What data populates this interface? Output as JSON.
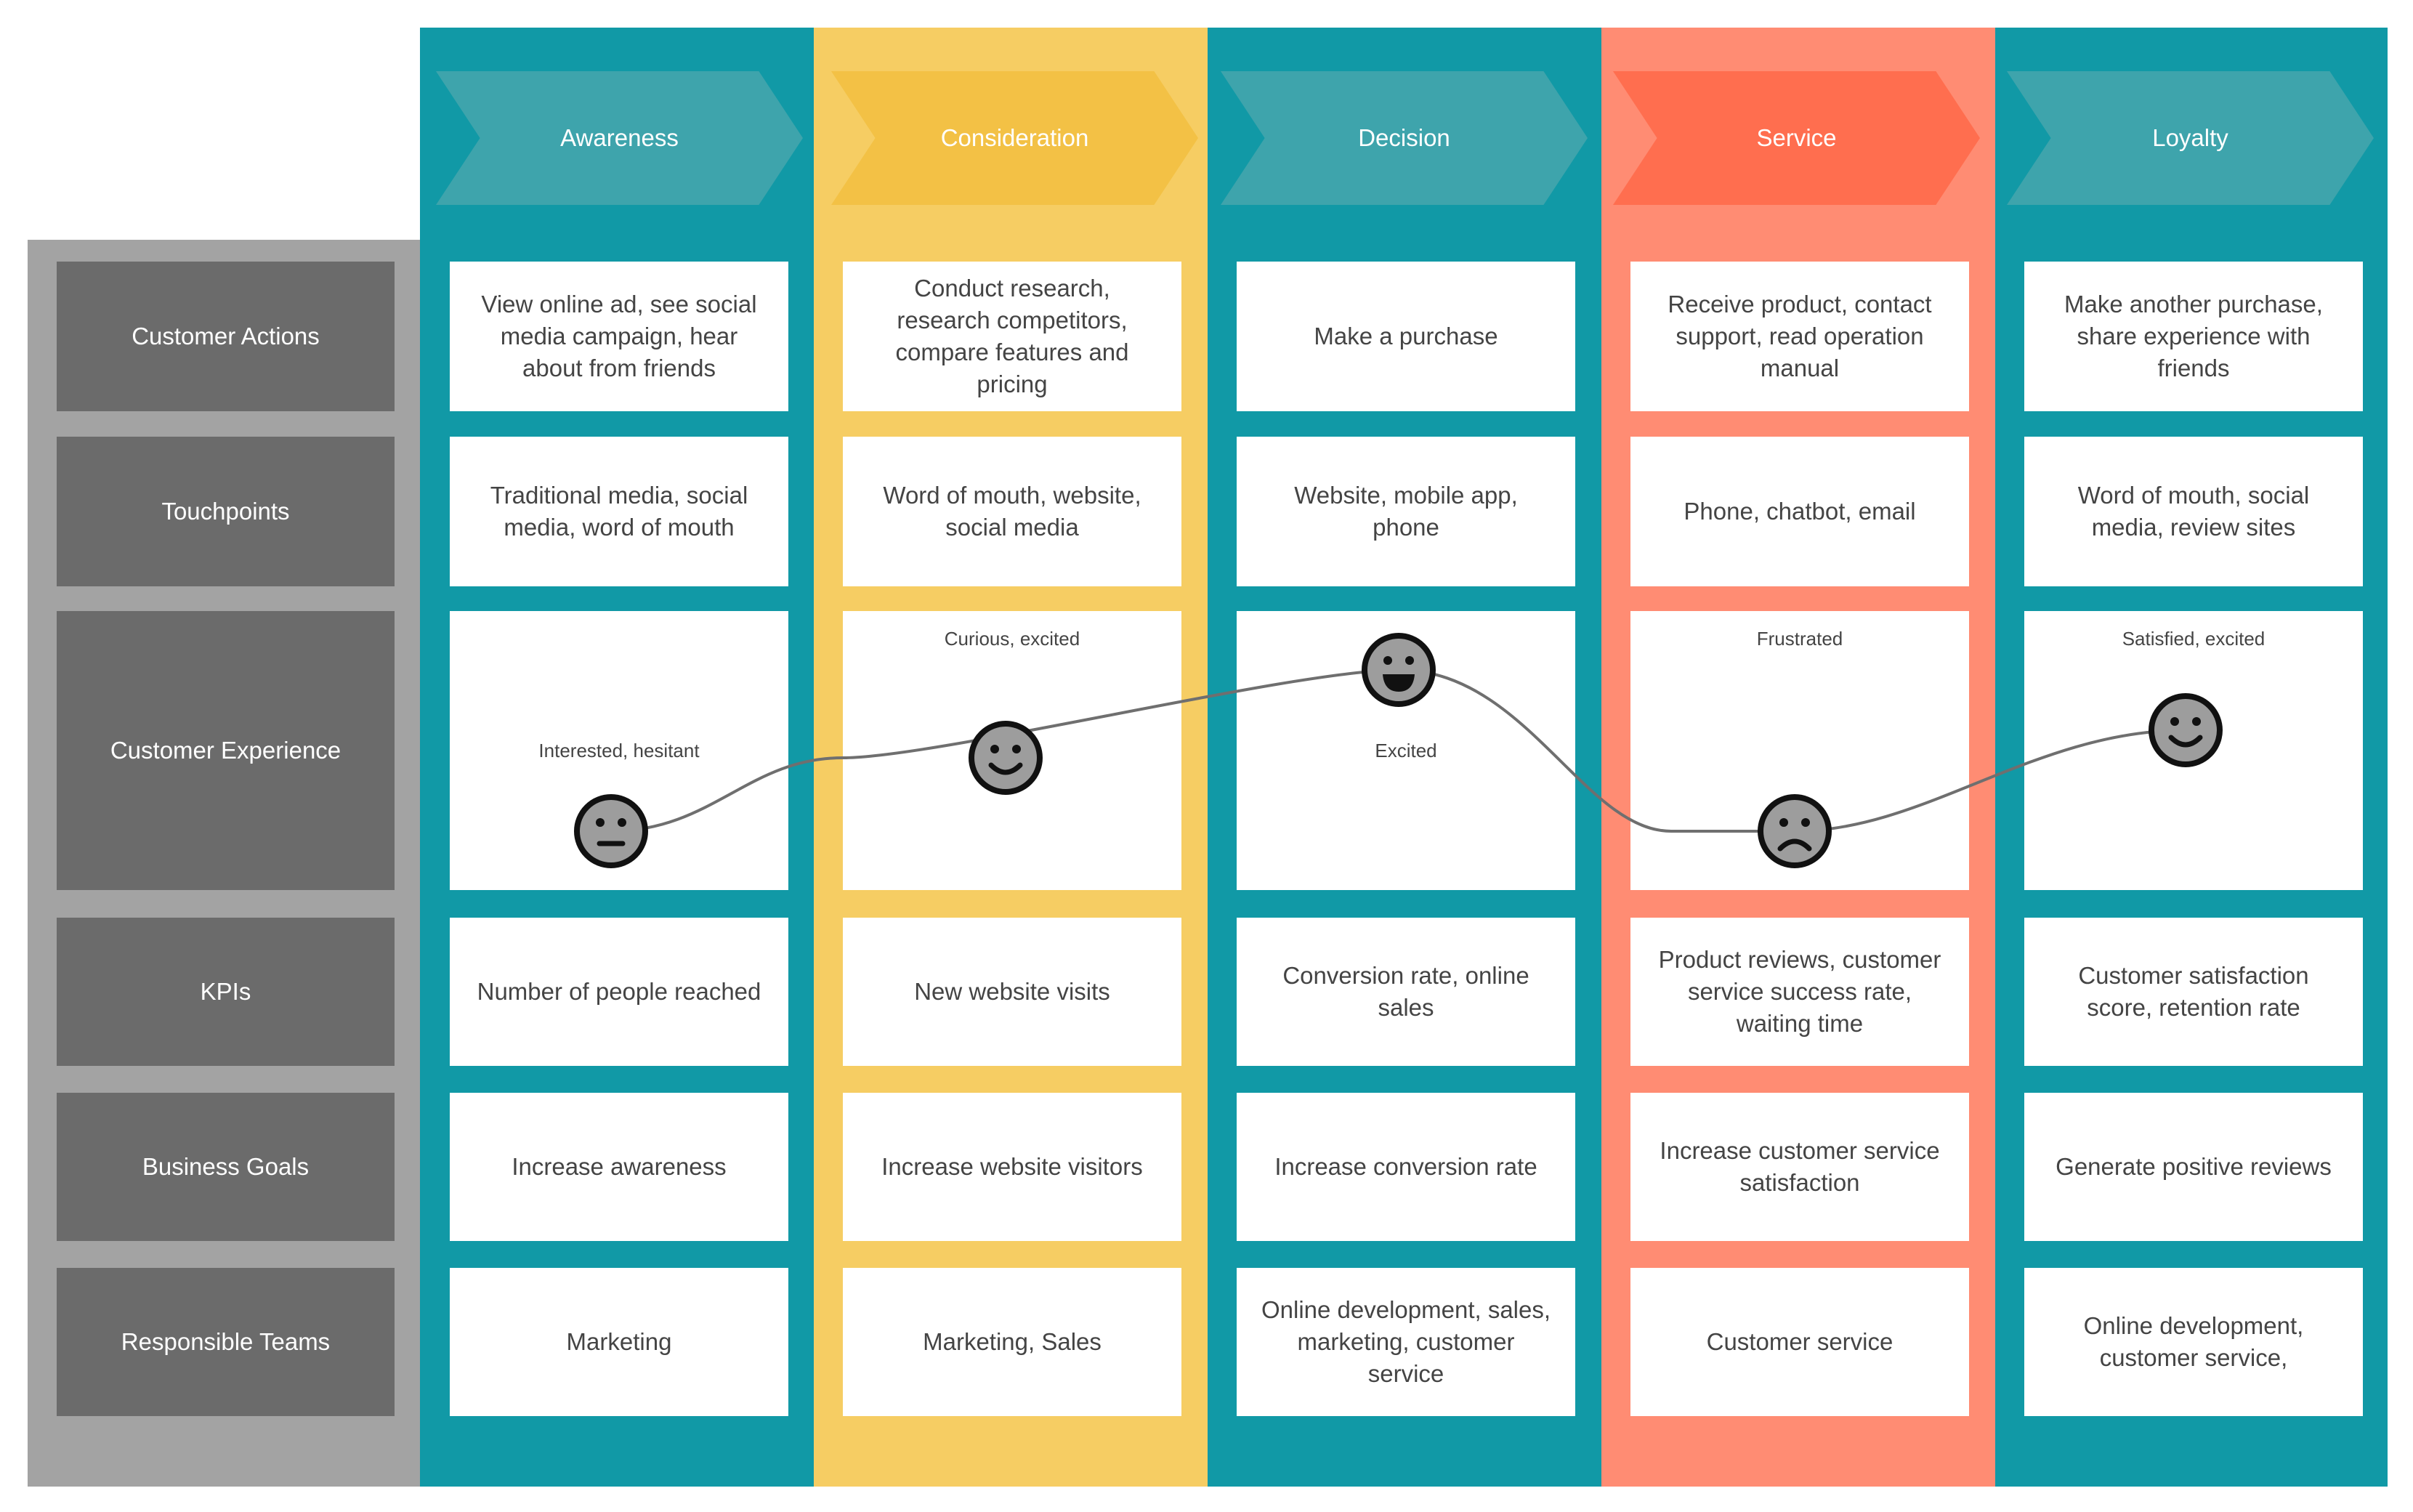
{
  "colors": {
    "teal": "#1199a6",
    "yellow": "#f6cd63",
    "coral": "#ff8c73",
    "chevron_teal": "#3ea4ac",
    "chevron_yellow": "#f3c145",
    "chevron_coral": "#ff6e4f",
    "row_label_bg": "#6b6b6b",
    "side_panel_bg": "#a3a3a3"
  },
  "row_labels": [
    "Customer Actions",
    "Touchpoints",
    "Customer Experience",
    "KPIs",
    "Business Goals",
    "Responsible Teams"
  ],
  "stages": [
    {
      "name": "Awareness",
      "customer_actions": "View online ad, see social media campaign, hear about from friends",
      "touchpoints": "Traditional media, social media, word of mouth",
      "emotion_label": "Interested, hesitant",
      "emotion_icon": "neutral-face-icon",
      "kpis": "Number of people reached",
      "business_goals": "Increase awareness",
      "responsible_teams": "Marketing"
    },
    {
      "name": "Consideration",
      "customer_actions": "Conduct research, research competitors, compare features and pricing",
      "touchpoints": "Word of mouth, website, social media",
      "emotion_label": "Curious, excited",
      "emotion_icon": "smiling-face-icon",
      "kpis": "New website visits",
      "business_goals": "Increase website visitors",
      "responsible_teams": "Marketing, Sales"
    },
    {
      "name": "Decision",
      "customer_actions": "Make a purchase",
      "touchpoints": "Website, mobile app, phone",
      "emotion_label": "Excited",
      "emotion_icon": "grinning-face-icon",
      "kpis": "Conversion rate, online sales",
      "business_goals": "Increase conversion rate",
      "responsible_teams": "Online development, sales, marketing, customer service"
    },
    {
      "name": "Service",
      "customer_actions": "Receive product, contact support, read operation manual",
      "touchpoints": "Phone, chatbot, email",
      "emotion_label": "Frustrated",
      "emotion_icon": "frowning-face-icon",
      "kpis": "Product reviews, customer service success rate, waiting time",
      "business_goals": "Increase customer service satisfaction",
      "responsible_teams": "Customer service"
    },
    {
      "name": "Loyalty",
      "customer_actions": "Make another purchase, share experience with friends",
      "touchpoints": "Word of mouth, social media, review sites",
      "emotion_label": "Satisfied, excited",
      "emotion_icon": "smiling-face-icon",
      "kpis": "Customer satisfaction score, retention rate",
      "business_goals": "Generate positive reviews",
      "responsible_teams": "Online development, customer service,"
    }
  ]
}
